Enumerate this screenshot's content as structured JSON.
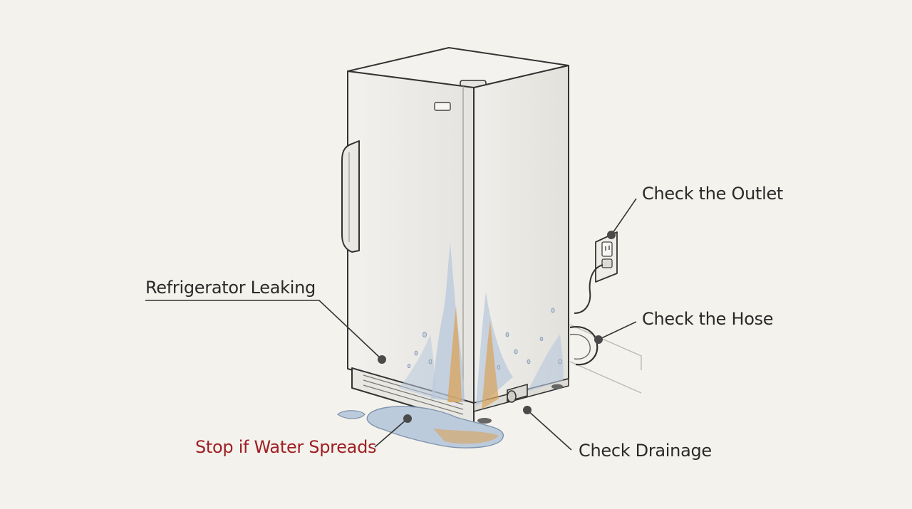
{
  "callouts": {
    "leaking": {
      "text": "Refrigerator Leaking"
    },
    "outlet": {
      "text": "Check the Outlet"
    },
    "hose": {
      "text": "Check the Hose"
    },
    "drainage": {
      "text": "Check Drainage"
    },
    "stop": {
      "text": "Stop if Water Spreads"
    }
  },
  "colors": {
    "background": "#f4f2ec",
    "ink": "#2e2e2e",
    "label": "#2a2a2a",
    "warning": "#9e1f24",
    "water": "#a9bdd3",
    "rust": "#d9a35a"
  }
}
